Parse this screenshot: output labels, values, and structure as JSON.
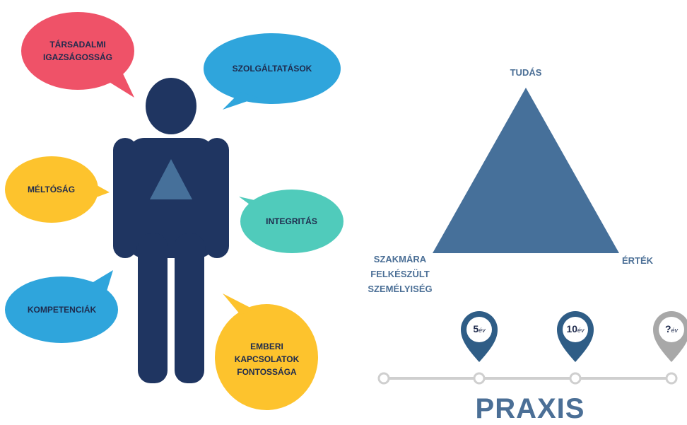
{
  "bubbles": {
    "tarsadalmi": "TÁRSADALMI\nIGAZSÁGOSSÁG",
    "szolgaltatasok": "SZOLGÁLTATÁSOK",
    "meltosag": "MÉLTÓSÁG",
    "integritas": "INTEGRITÁS",
    "kompetenciak": "KOMPETENCIÁK",
    "emberi": "EMBERI\nKAPCSOLATOK\nFONTOSSÁGA"
  },
  "triangle": {
    "top": "TUDÁS",
    "left": "SZAKMÁRA\nFELKÉSZÜLT\nSZEMÉLYISÉG",
    "right": "ÉRTÉK"
  },
  "timeline": {
    "pins": [
      {
        "value": "5",
        "unit": "év"
      },
      {
        "value": "10",
        "unit": "év"
      },
      {
        "value": "?",
        "unit": "év"
      }
    ],
    "title": "PRAXIS"
  },
  "colors": {
    "figure": "#1f3561",
    "triangle": "#46709a",
    "red": "#ef5268",
    "blue": "#2fa5dc",
    "yellow": "#fdc32d",
    "teal": "#50cbbb",
    "pin_blue": "#2f5d86",
    "pin_grey": "#a8a8a8"
  }
}
